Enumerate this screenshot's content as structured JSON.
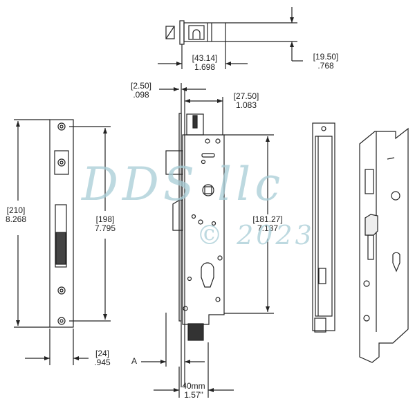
{
  "drawing": {
    "title": "Mortise lock dimensional drawing",
    "watermark": {
      "brand": "DDS llc",
      "copyright": "© 2023",
      "color": "#a8cdd6"
    },
    "dimensions": {
      "top_width": {
        "mm": "[43.14]",
        "in": "1.698"
      },
      "top_height": {
        "mm": "[19.50]",
        "in": ".768"
      },
      "faceplate_thickness": {
        "mm": "[2.50]",
        "in": ".098"
      },
      "body_depth": {
        "mm": "[27.50]",
        "in": "1.083"
      },
      "faceplate_length": {
        "mm": "[210]",
        "in": "8.268"
      },
      "screw_spacing": {
        "mm": "[198]",
        "in": "7.795"
      },
      "body_length": {
        "mm": "[181.27]",
        "in": "7.137"
      },
      "faceplate_width": {
        "mm": "[24]",
        "in": ".945"
      },
      "backset": {
        "mm": "40mm",
        "in": "1.57\""
      },
      "reference_label": "A"
    },
    "line_color": "#222222"
  }
}
